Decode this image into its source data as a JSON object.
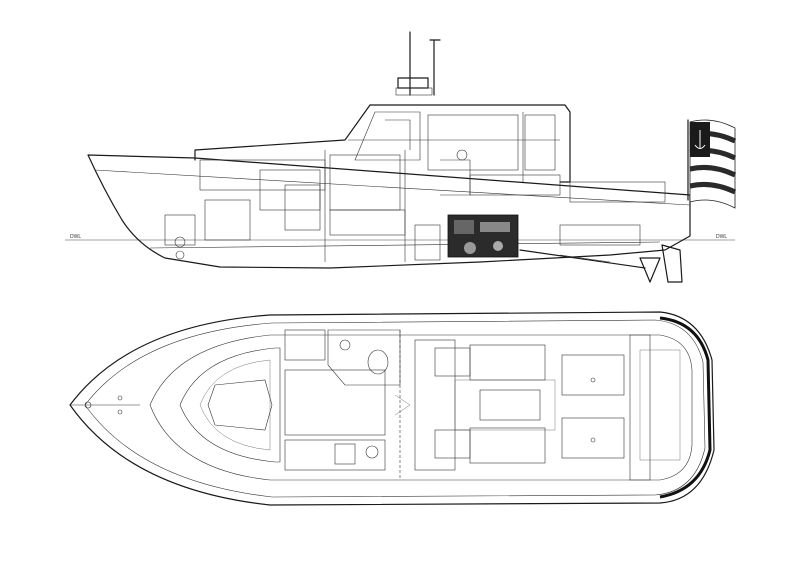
{
  "diagram": {
    "views": [
      {
        "id": "profile",
        "kind": "side-elevation"
      },
      {
        "id": "plan",
        "kind": "deck-plan"
      }
    ],
    "waterline_tags": {
      "forward": "DWL",
      "aft": "DWL"
    },
    "colors": {
      "line": "#1a1a1a",
      "shade": "#cfcfcf",
      "flag_stripe": "#2a2a2a"
    }
  }
}
